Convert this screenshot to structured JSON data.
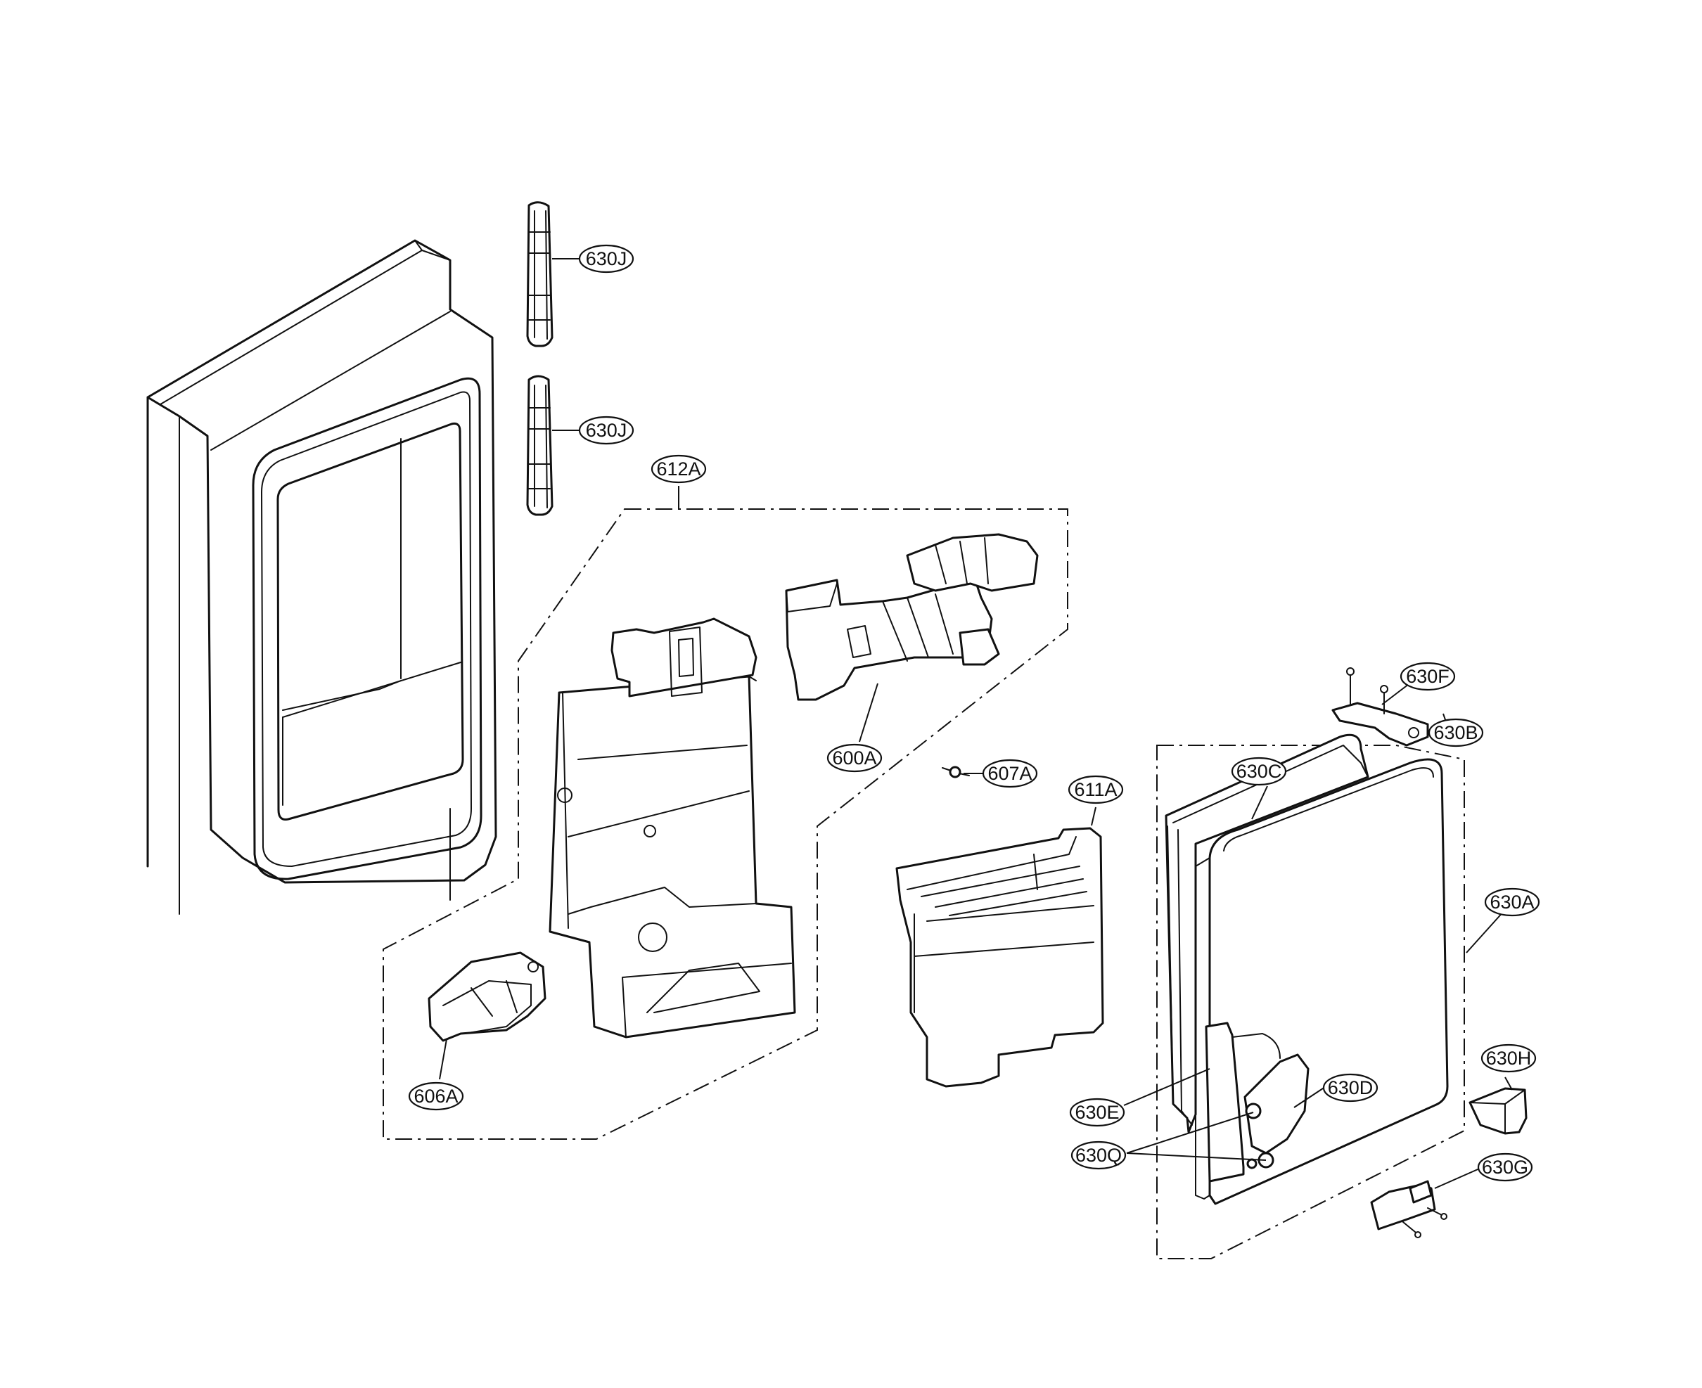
{
  "callouts": [
    {
      "id": "c-630J-top",
      "label": "630J"
    },
    {
      "id": "c-630J-bottom",
      "label": "630J"
    },
    {
      "id": "c-612A",
      "label": "612A"
    },
    {
      "id": "c-600A",
      "label": "600A"
    },
    {
      "id": "c-607A",
      "label": "607A"
    },
    {
      "id": "c-611A",
      "label": "611A"
    },
    {
      "id": "c-606A",
      "label": "606A"
    },
    {
      "id": "c-630F",
      "label": "630F"
    },
    {
      "id": "c-630B",
      "label": "630B"
    },
    {
      "id": "c-630C",
      "label": "630C"
    },
    {
      "id": "c-630A",
      "label": "630A"
    },
    {
      "id": "c-630H",
      "label": "630H"
    },
    {
      "id": "c-630D",
      "label": "630D"
    },
    {
      "id": "c-630E",
      "label": "630E"
    },
    {
      "id": "c-630Q",
      "label": "630Q"
    },
    {
      "id": "c-630G",
      "label": "630G"
    }
  ]
}
